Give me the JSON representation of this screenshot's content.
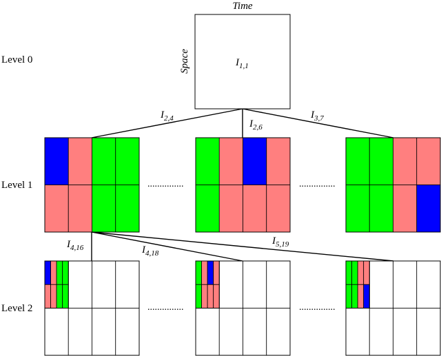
{
  "axes": {
    "time_label": "Time",
    "space_label": "Space"
  },
  "levels": [
    "Level 0",
    "Level 1",
    "Level 2"
  ],
  "root": {
    "name": "I",
    "sub": "1,1"
  },
  "ellipsis": "...............",
  "colors": {
    "blue": "#0000ff",
    "red": "#ff7f7f",
    "green": "#00ff00",
    "white": "#ffffff"
  },
  "level1_edges": [
    {
      "name": "I",
      "sub": "2,4"
    },
    {
      "name": "I",
      "sub": "2,6"
    },
    {
      "name": "I",
      "sub": "3,7"
    }
  ],
  "level2_edges": [
    {
      "name": "I",
      "sub": "4,16"
    },
    {
      "name": "I",
      "sub": "4,18"
    },
    {
      "name": "I",
      "sub": "5,19"
    }
  ],
  "level1_grids": [
    [
      [
        "blue",
        "red",
        "green",
        "green"
      ],
      [
        "red",
        "red",
        "green",
        "green"
      ]
    ],
    [
      [
        "green",
        "red",
        "blue",
        "red"
      ],
      [
        "green",
        "red",
        "red",
        "red"
      ]
    ],
    [
      [
        "green",
        "green",
        "red",
        "red"
      ],
      [
        "green",
        "green",
        "red",
        "blue"
      ]
    ]
  ],
  "level2_subgrids": [
    [
      [
        "blue",
        "red",
        "green",
        "green"
      ],
      [
        "red",
        "red",
        "green",
        "green"
      ]
    ],
    [
      [
        "green",
        "red",
        "blue",
        "red"
      ],
      [
        "green",
        "red",
        "red",
        "red"
      ]
    ],
    [
      [
        "green",
        "green",
        "red",
        "red"
      ],
      [
        "green",
        "green",
        "red",
        "blue"
      ]
    ]
  ]
}
